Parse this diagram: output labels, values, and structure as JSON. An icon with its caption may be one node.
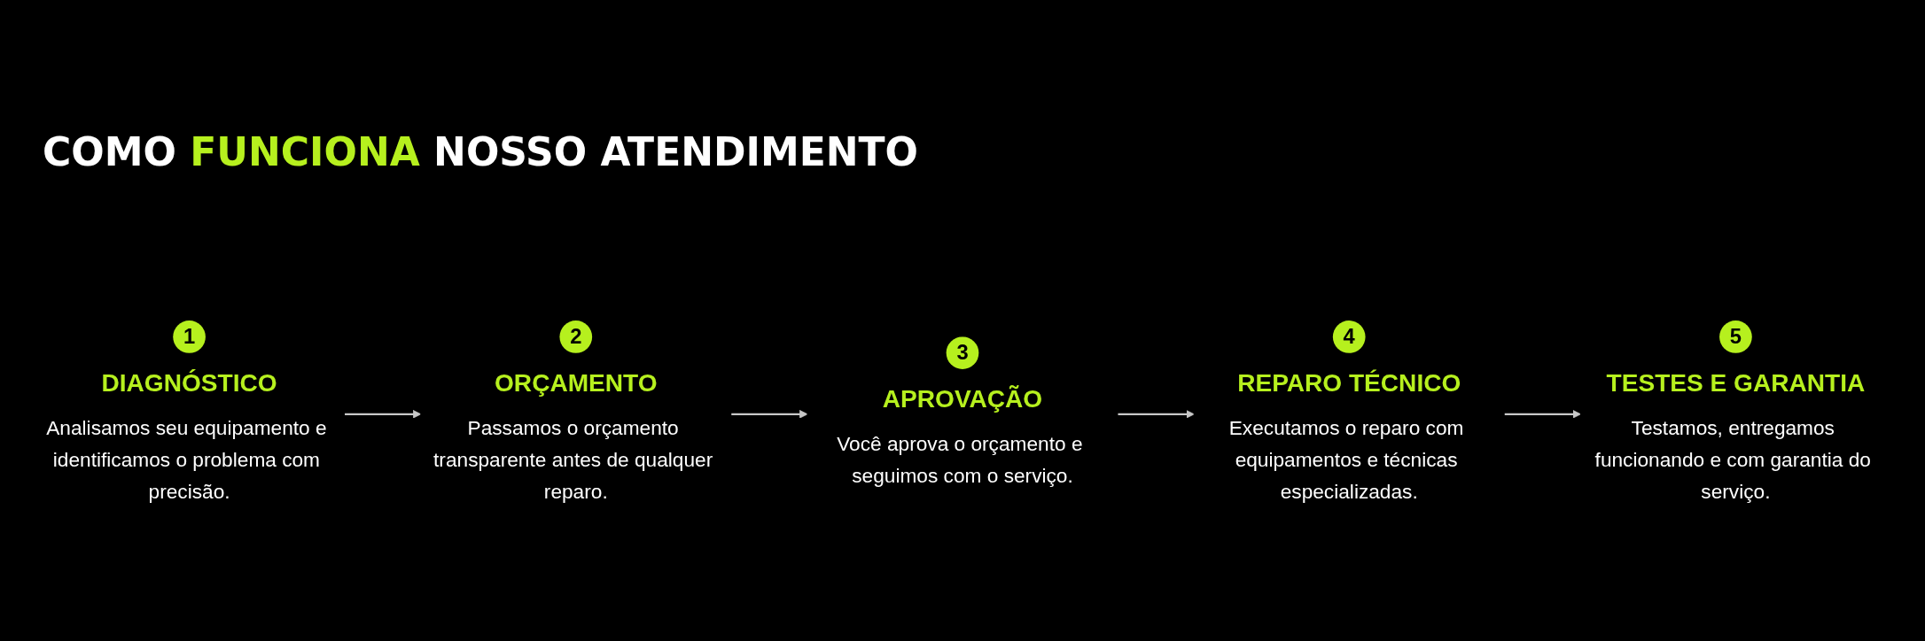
{
  "diagram": {
    "title": "COMO FUNCIONA NOSSO ATENDIMENTO",
    "nodes": [
      {
        "text": [
          "1",
          "DIAGNÓSTICO",
          "Analisamos seu equipamento e identificamos o problema com precisão."
        ]
      },
      {
        "text": [
          "2",
          "ORÇAMENTO",
          "Passamos o orçamento transparente antes de qualquer reparo."
        ]
      },
      {
        "text": [
          "3",
          "APROVAÇÃO",
          "Você aprova o orçamento e seguimos com o serviço."
        ]
      },
      {
        "text": [
          "4",
          "REPARO TÉCNICO",
          "Executamos o reparo com equipamentos e técnicas especializadas."
        ]
      },
      {
        "text": [
          "5",
          "TESTES E GARANTIA",
          "Testamos, entregamos funcionando e com garantia do serviço."
        ]
      }
    ],
    "edges": [
      {
        "from": 0,
        "to": 1,
        "arrow": "to"
      },
      {
        "from": 1,
        "to": 2,
        "arrow": "to"
      },
      {
        "from": 2,
        "to": 3,
        "arrow": "to"
      },
      {
        "from": 3,
        "to": 4,
        "arrow": "to"
      }
    ]
  }
}
